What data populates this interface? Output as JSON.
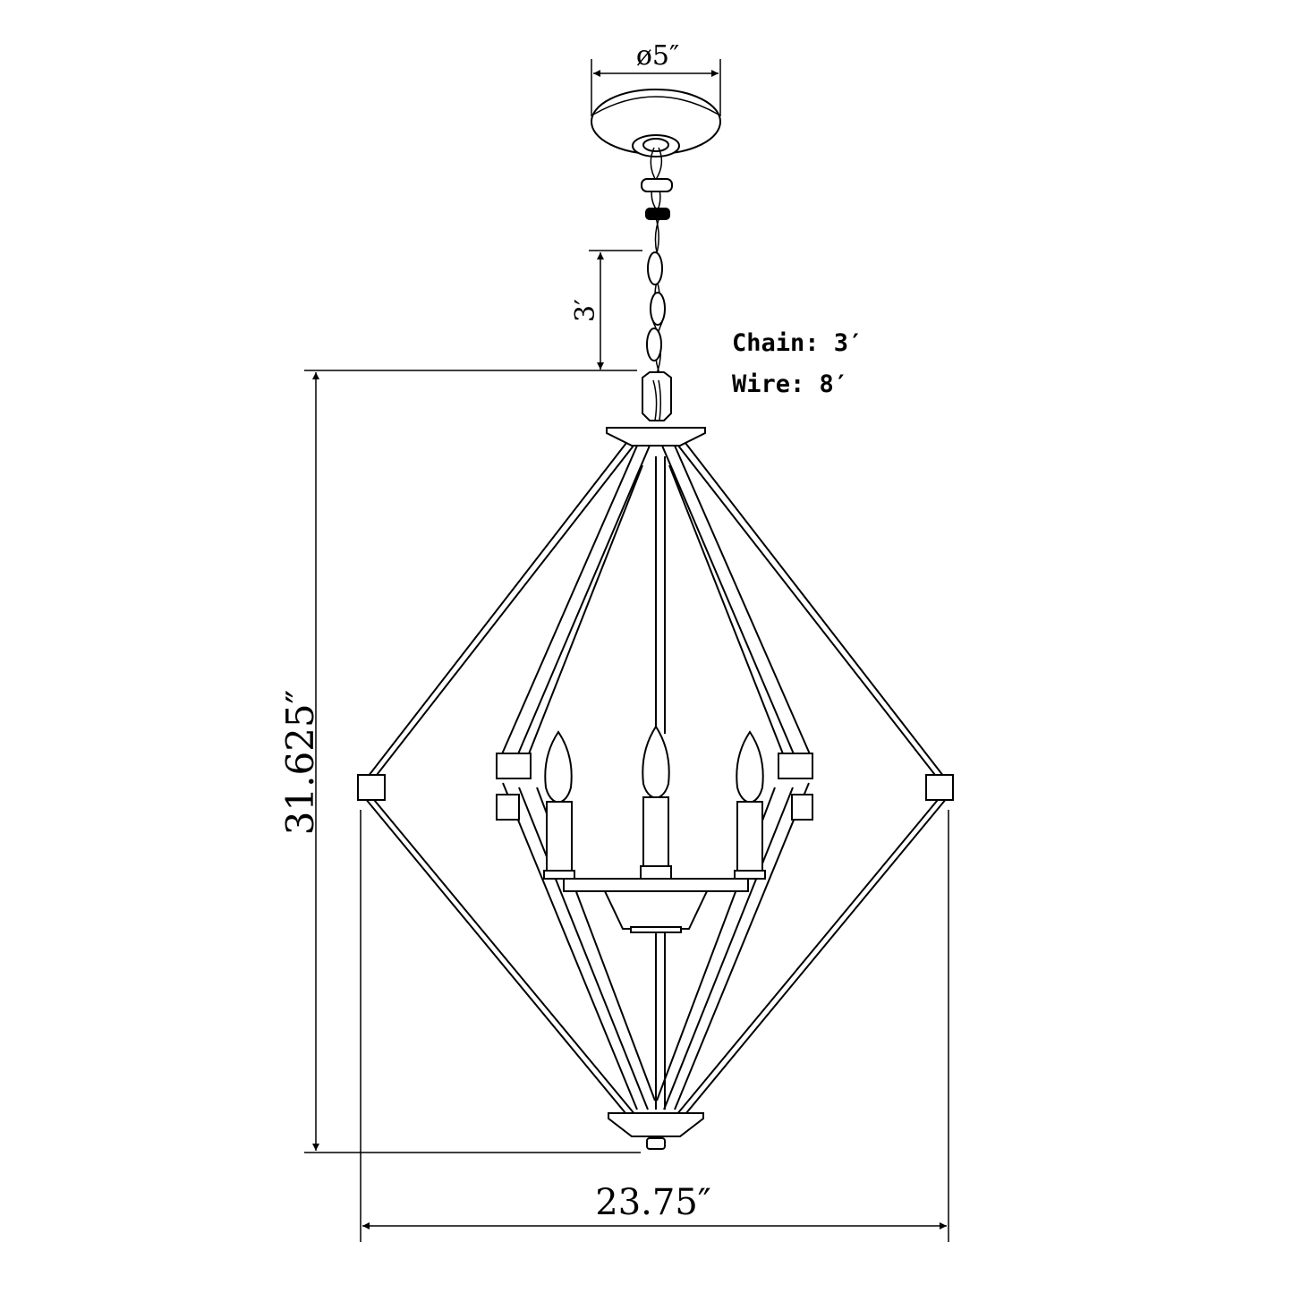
{
  "dimensions": {
    "canopy_diameter": "ø5″",
    "chain_length": "3′",
    "height": "31.625″",
    "width": "23.75″"
  },
  "notes": {
    "chain": "Chain: 3′",
    "wire": "Wire: 8′"
  },
  "colors": {
    "line": "#000000",
    "background": "#ffffff"
  }
}
